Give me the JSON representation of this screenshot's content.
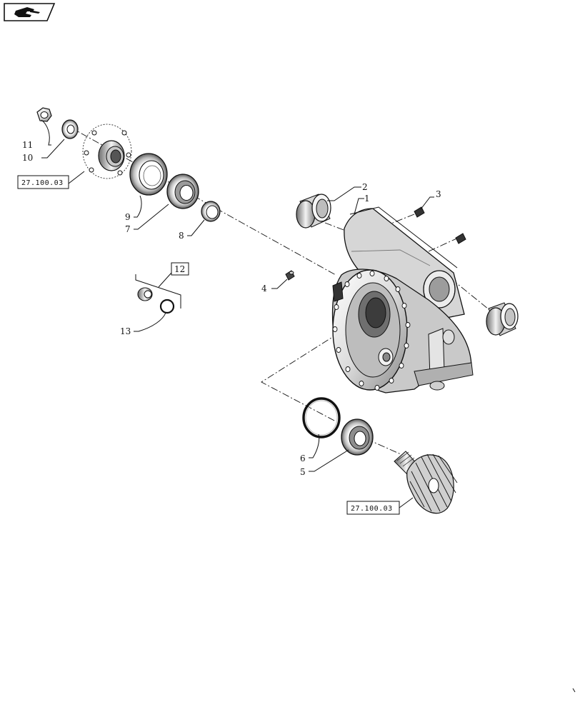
{
  "toolbar": {
    "nav_icon": "pointing-hand-icon"
  },
  "references": {
    "ref_top": "27.100.03",
    "ref_bottom": "27.100.03"
  },
  "callouts": {
    "c1": "1",
    "c2": "2",
    "c3": "3",
    "c4": "4",
    "c5": "5",
    "c6": "6",
    "c7": "7",
    "c8": "8",
    "c9": "9",
    "c10": "10",
    "c11": "11",
    "c12": "12",
    "c13": "13"
  }
}
